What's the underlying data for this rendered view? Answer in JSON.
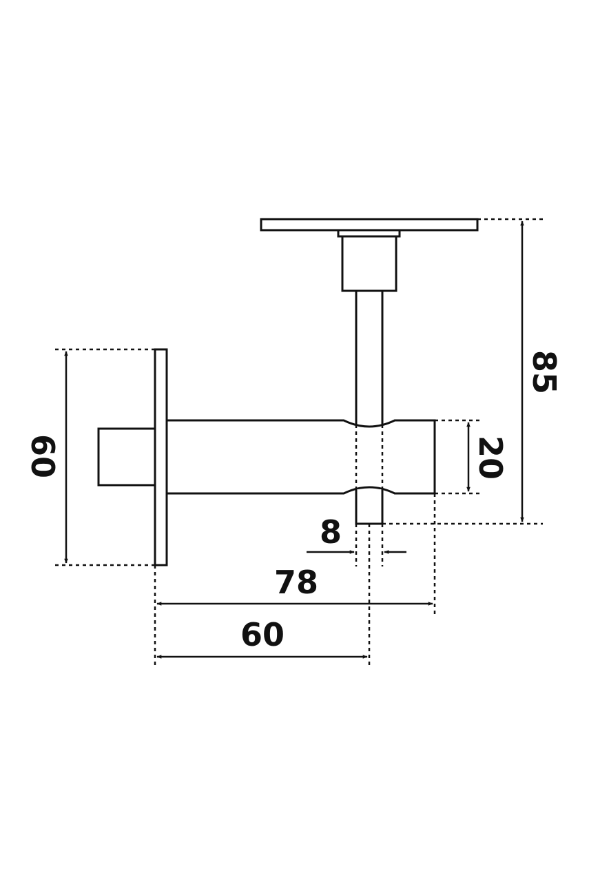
{
  "drawing": {
    "line_color": "#111111",
    "background": "#ffffff",
    "dimensions": {
      "wall_plate_height": "60",
      "rail_plate_height": "85",
      "bar_diameter": "20",
      "post_diameter": "8",
      "overall_projection": "78",
      "post_offset": "60"
    }
  }
}
